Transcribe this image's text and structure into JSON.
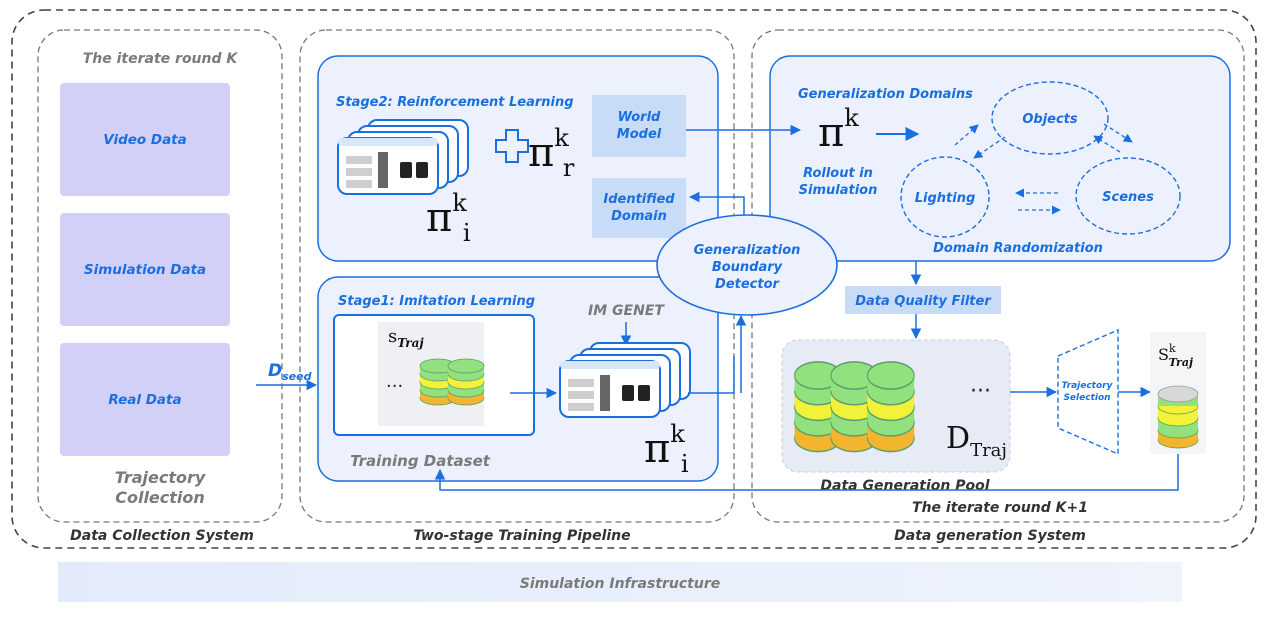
{
  "collection": {
    "round_label": "The iterate round K",
    "sources": [
      "Video Data",
      "Simulation Data",
      "Real Data"
    ],
    "title_line1": "Trajectory",
    "title_line2": "Collection",
    "footer": "Data Collection System"
  },
  "seed": {
    "symbol": "D",
    "subscript": "seed"
  },
  "training": {
    "footer": "Two-stage Training Pipeline",
    "stage2": {
      "title": "Stage2: Reinforcement Learning",
      "world_model_line1": "World",
      "world_model_line2": "Model",
      "identified_line1": "Identified",
      "identified_line2": "Domain",
      "policy_r": {
        "base": "π",
        "sup": "k",
        "sub": "r"
      },
      "policy_i": {
        "base": "π",
        "sup": "k",
        "sub": "i"
      }
    },
    "stage1": {
      "title": "Stage1: Imitation Learning",
      "im_genet": "IM GENET",
      "dataset_label": "Training Dataset",
      "s_traj": {
        "base": "s",
        "sub": "Traj"
      },
      "dots": "···",
      "policy_i": {
        "base": "π",
        "sup": "k",
        "sub": "i"
      }
    }
  },
  "detector": {
    "line1": "Generalization",
    "line2": "Boundary",
    "line3": "Detector"
  },
  "generation": {
    "footer": "Data generation System",
    "round_label": "The iterate round K+1",
    "domains_title": "Generalization Domains",
    "policy": {
      "base": "π",
      "sup": "k"
    },
    "rollout_line1": "Rollout in",
    "rollout_line2": "Simulation",
    "nodes": [
      "Objects",
      "Lighting",
      "Scenes"
    ],
    "randomization": "Domain Randomization",
    "quality_filter": "Data Quality Filter",
    "pool_label": "Data Generation Pool",
    "pool_dots": "···",
    "d_traj": {
      "base": "D",
      "sub": "Traj"
    },
    "selection_line1": "Trajectory",
    "selection_line2": "Selection",
    "s_traj_k": {
      "base": "S",
      "sup": "k",
      "sub": "Traj"
    }
  },
  "infrastructure": "Simulation Infrastructure",
  "colors": {
    "accent": "#1a6fe0",
    "panel_fill": "#edf1fd",
    "source_fill": "#d2d0f6",
    "chip_fill": "#c9dcf7",
    "db_green": "#93e07e",
    "db_yellow": "#f2f23a",
    "db_orange": "#f2b52d"
  }
}
